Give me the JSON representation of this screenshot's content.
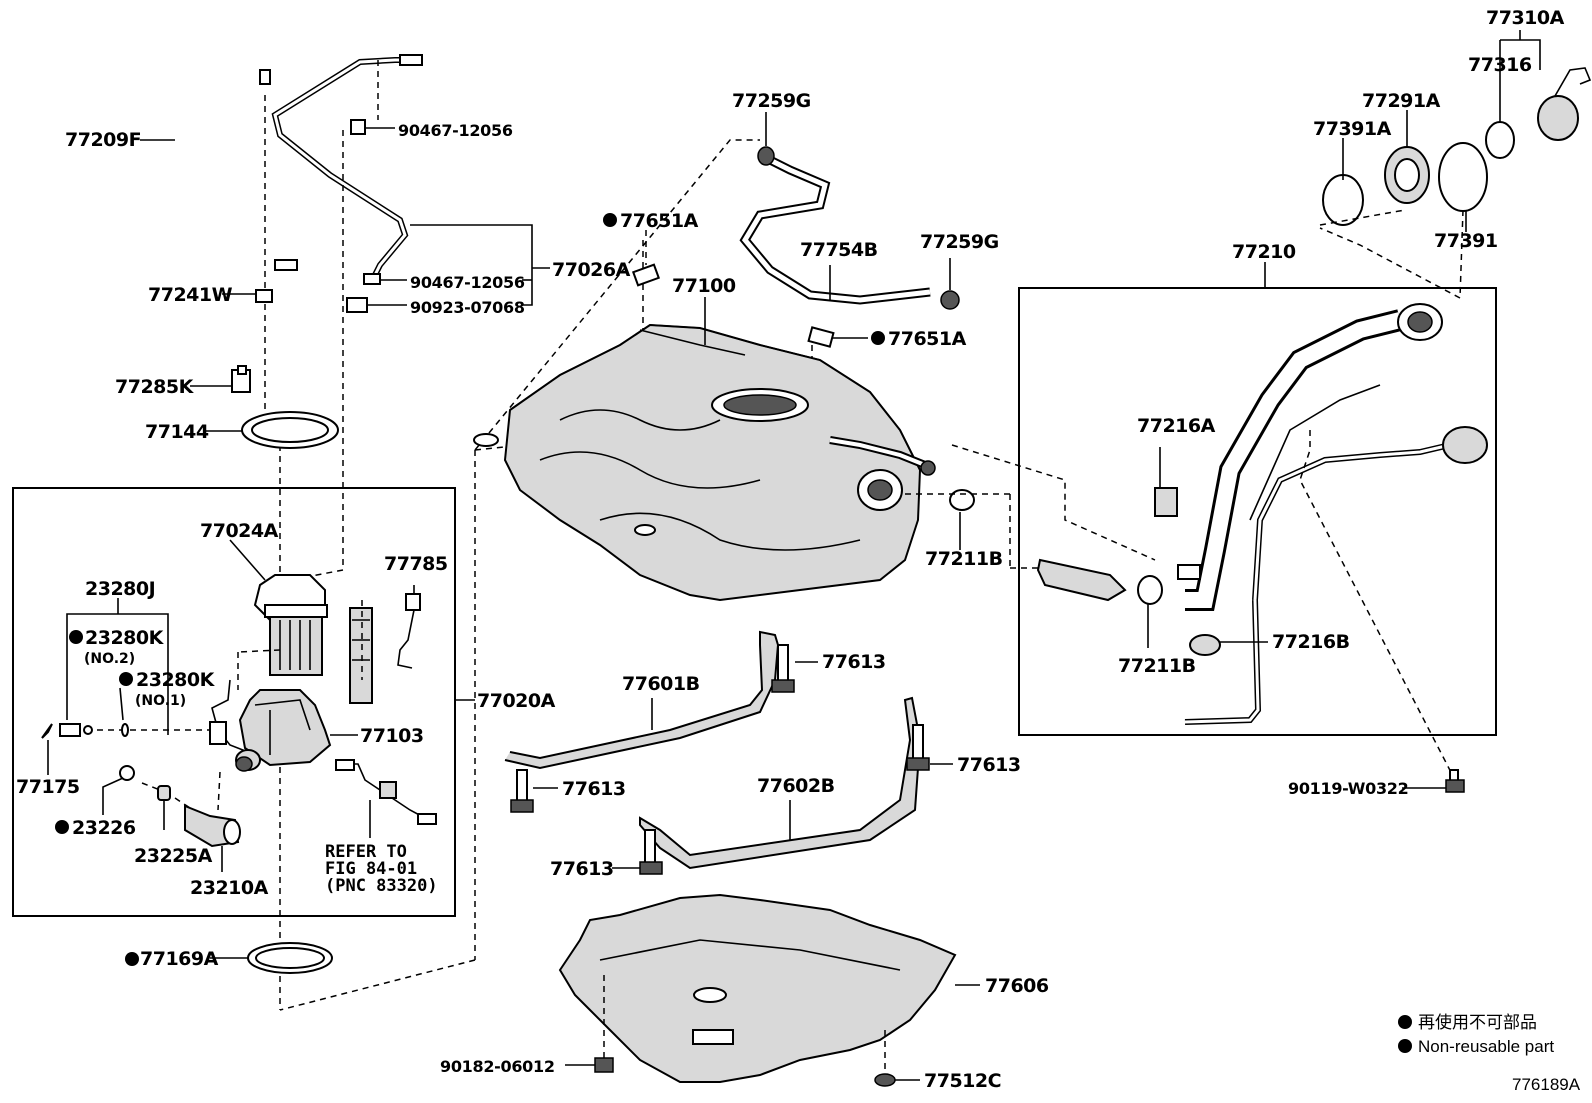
{
  "diagram": {
    "labels": {
      "p77209F": "77209F",
      "p90467_a": "90467-12056",
      "p90467_b": "90467-12056",
      "p90923": "90923-07068",
      "p77026A": "77026A",
      "p77241W": "77241W",
      "p77285K": "77285K",
      "p77144": "77144",
      "p77024A": "77024A",
      "p77785": "77785",
      "p23280J": "23280J",
      "p23280K_no2": "23280K",
      "no2": "(NO.2)",
      "p23280K_no1": "23280K",
      "no1": "(NO.1)",
      "p77175": "77175",
      "p23226": "23226",
      "p23225A": "23225A",
      "p23210A": "23210A",
      "p77103": "77103",
      "p77020A": "77020A",
      "refer1": "REFER TO",
      "refer2": "FIG 84-01",
      "refer3": "(PNC 83320)",
      "p77169A": "77169A",
      "p77259G_top": "77259G",
      "p77259G_right": "77259G",
      "p77754B": "77754B",
      "p77651A_left": "77651A",
      "p77651A_right": "77651A",
      "p77100": "77100",
      "p77211B_a": "77211B",
      "p77211B_b": "77211B",
      "p77210": "77210",
      "p77216A": "77216A",
      "p77216B": "77216B",
      "p77310A": "77310A",
      "p77316": "77316",
      "p77291A": "77291A",
      "p77391A": "77391A",
      "p77391": "77391",
      "p77613_a": "77613",
      "p77613_b": "77613",
      "p77613_c": "77613",
      "p77613_d": "77613",
      "p77601B": "77601B",
      "p77602B": "77602B",
      "p90119": "90119-W0322",
      "p77606": "77606",
      "p90182": "90182-06012",
      "p77512C": "77512C"
    },
    "legend": {
      "line1": "再使用不可部品",
      "line2": "Non-reusable part"
    },
    "figure_id": "776189A"
  }
}
